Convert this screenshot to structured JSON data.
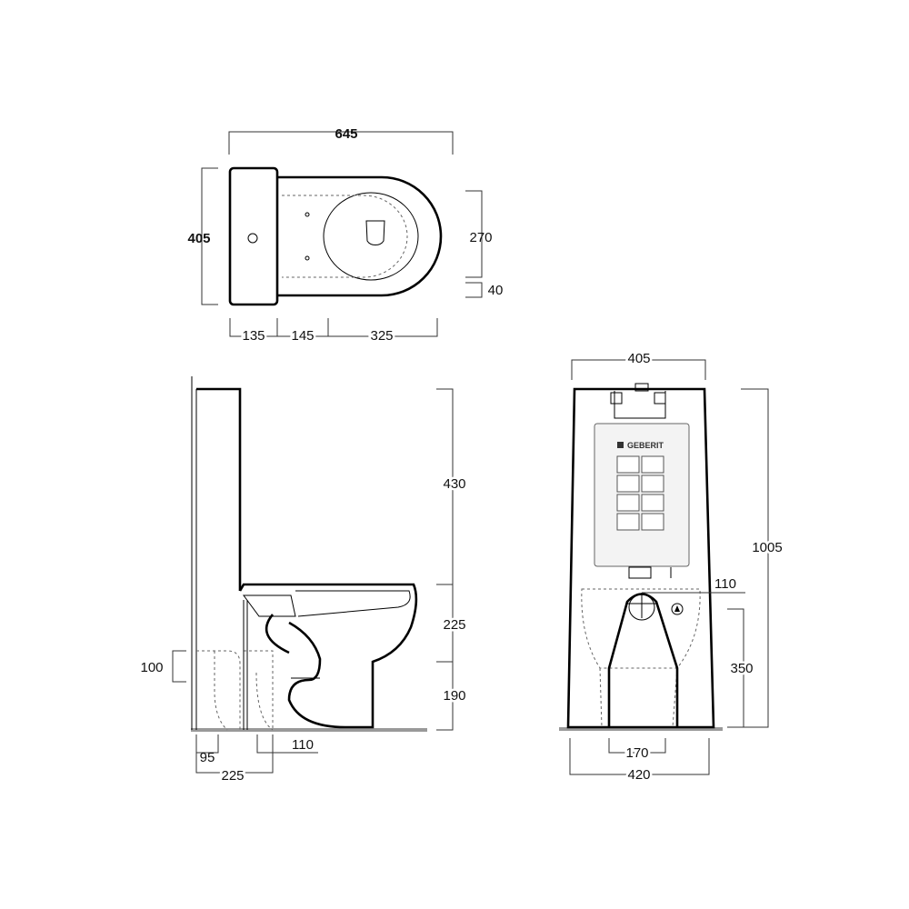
{
  "brand": {
    "logo_text": "GEBERIT"
  },
  "colors": {
    "line": "#000000",
    "dimension": "#333333",
    "hidden": "#666666",
    "floor": "#999999",
    "panel": "#f3f3f3"
  },
  "top_view": {
    "overall_width": "645",
    "overall_depth": "405",
    "bowl_depth": "270",
    "bowl_offset": "40",
    "cistern_width": "135",
    "seat_gap": "145",
    "bowl_length": "325"
  },
  "side_view": {
    "cistern_height": "430",
    "bowl_rim_height": "225",
    "outlet_height": "190",
    "waste_height": "100",
    "waste_setback": "95",
    "outlet_setback": "225",
    "outlet_diameter": "110"
  },
  "front_view": {
    "top_width": "405",
    "overall_height": "1005",
    "outlet_diameter": "110",
    "outlet_height": "350",
    "inner_width": "170",
    "base_width": "420"
  }
}
